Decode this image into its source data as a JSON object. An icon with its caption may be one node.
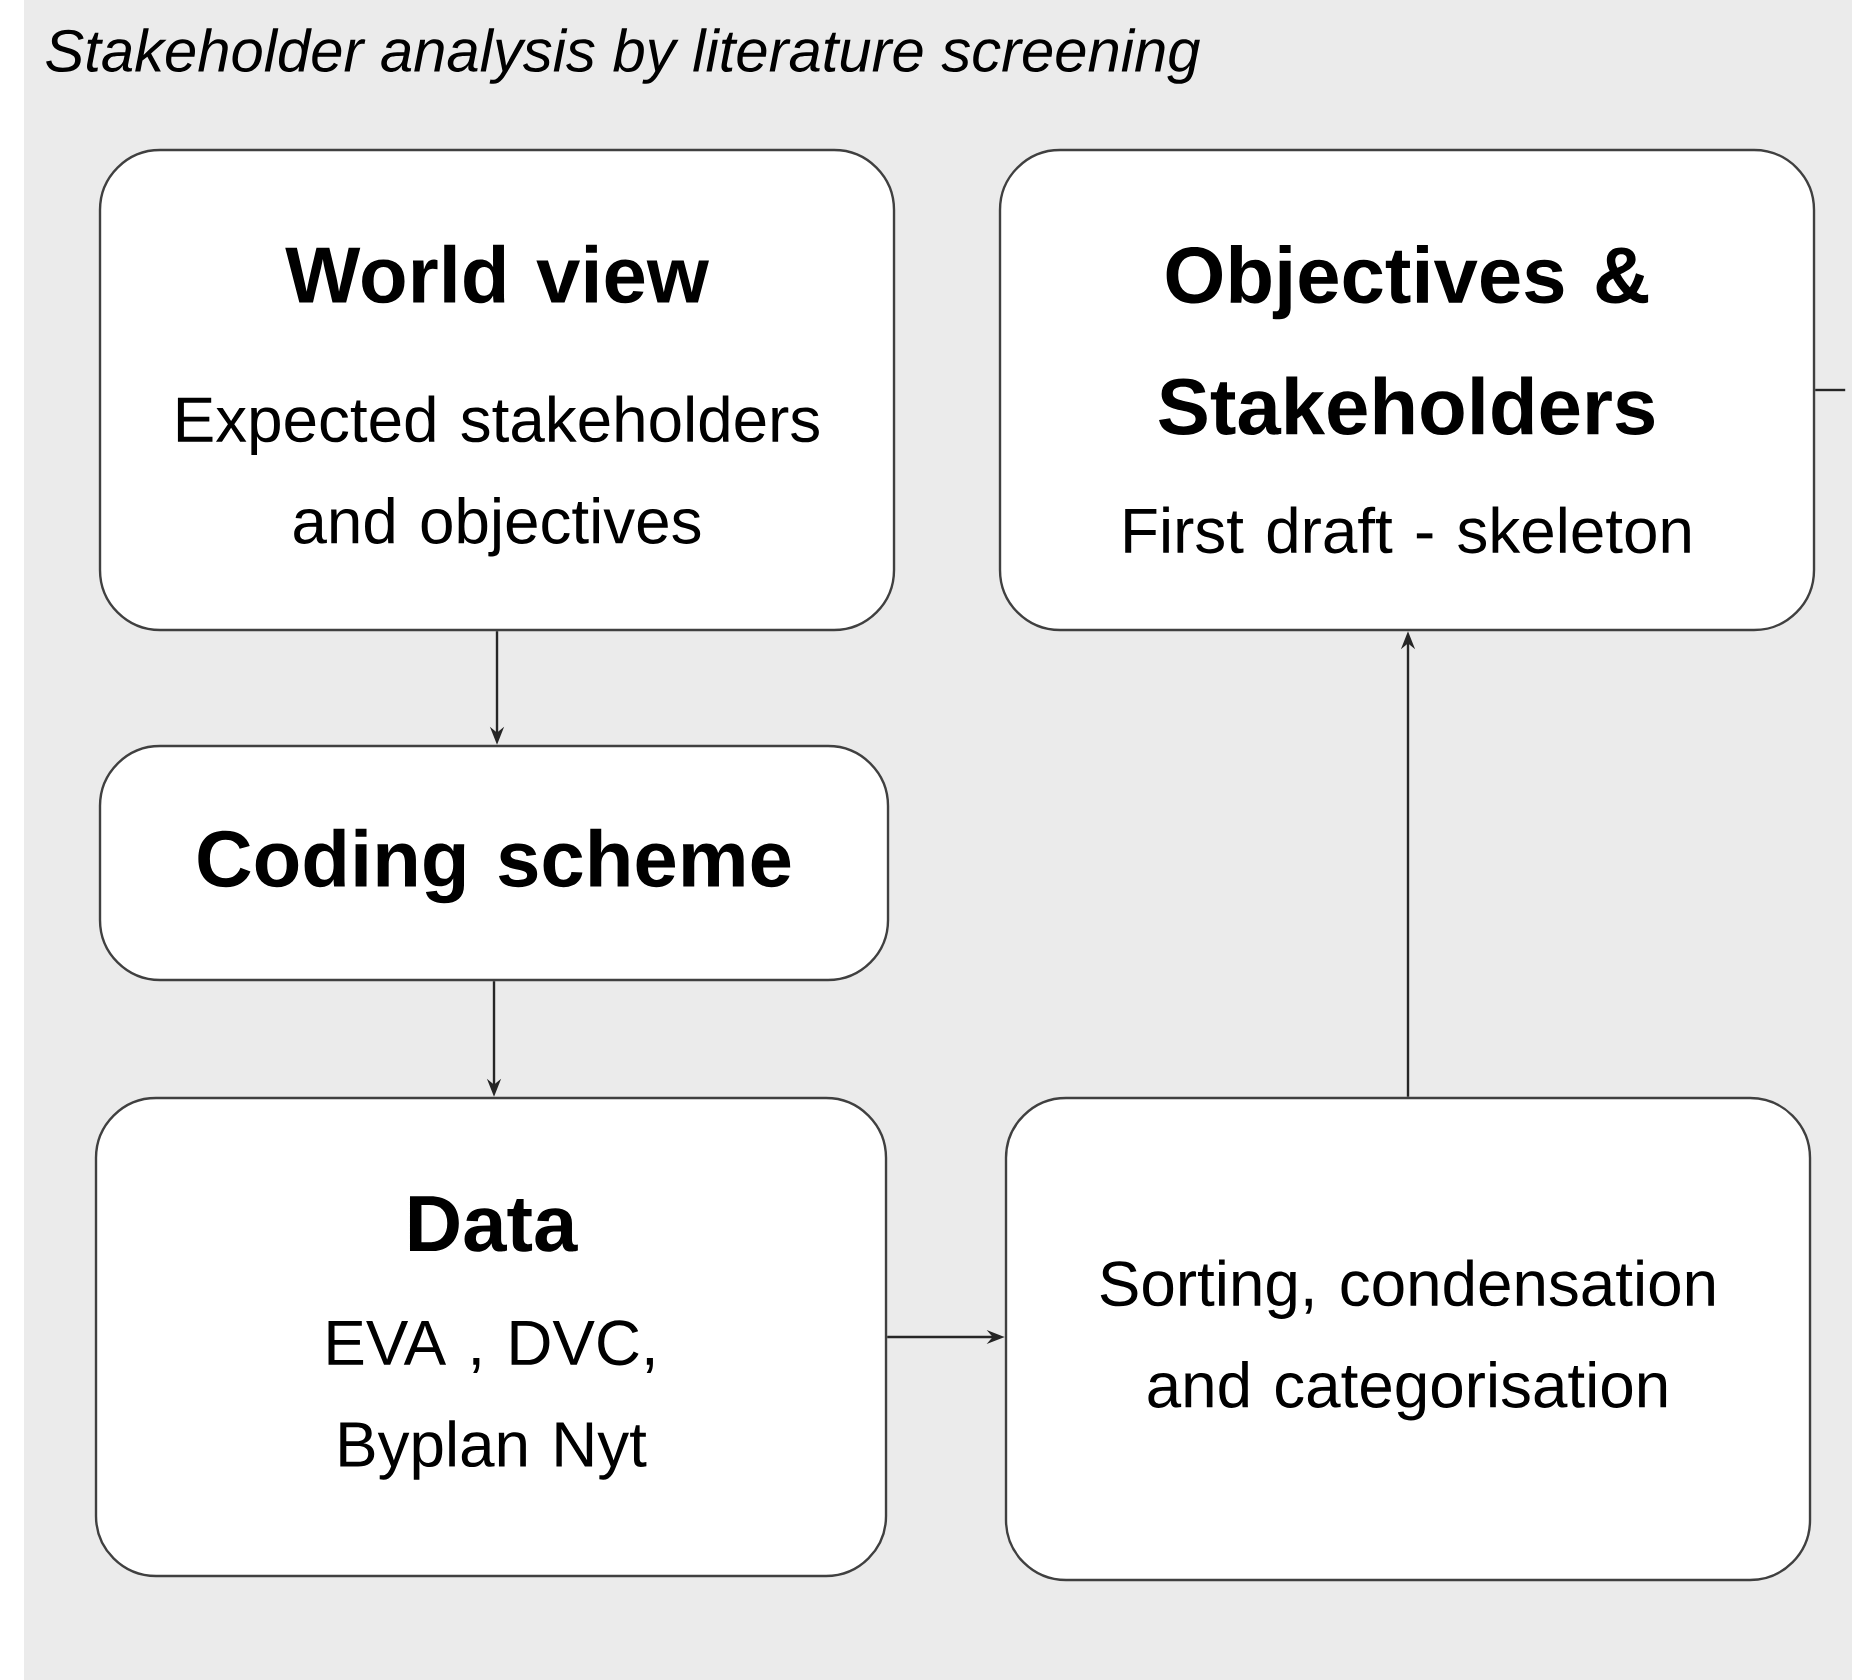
{
  "diagram": {
    "title": "Stakeholder analysis by literature screening",
    "nodes": [
      {
        "text": [
          "World view",
          "Expected stakeholders and objectives"
        ]
      },
      {
        "text": [
          "Objectives & Stakeholders",
          "First draft - skeleton"
        ]
      },
      {
        "text": [
          "Coding scheme"
        ]
      },
      {
        "text": [
          "Data",
          "EVA , DVC, Byplan Nyt"
        ]
      },
      {
        "text": [
          "Sorting, condensation and categorisation"
        ]
      }
    ],
    "edges": [
      {
        "from": 0,
        "to": 2,
        "arrow": "to"
      },
      {
        "from": 2,
        "to": 3,
        "arrow": "to"
      },
      {
        "from": 3,
        "to": 4,
        "arrow": "to"
      },
      {
        "from": 4,
        "to": 1,
        "arrow": "to"
      },
      {
        "from": 1,
        "to": null,
        "arrow": "none"
      }
    ]
  }
}
